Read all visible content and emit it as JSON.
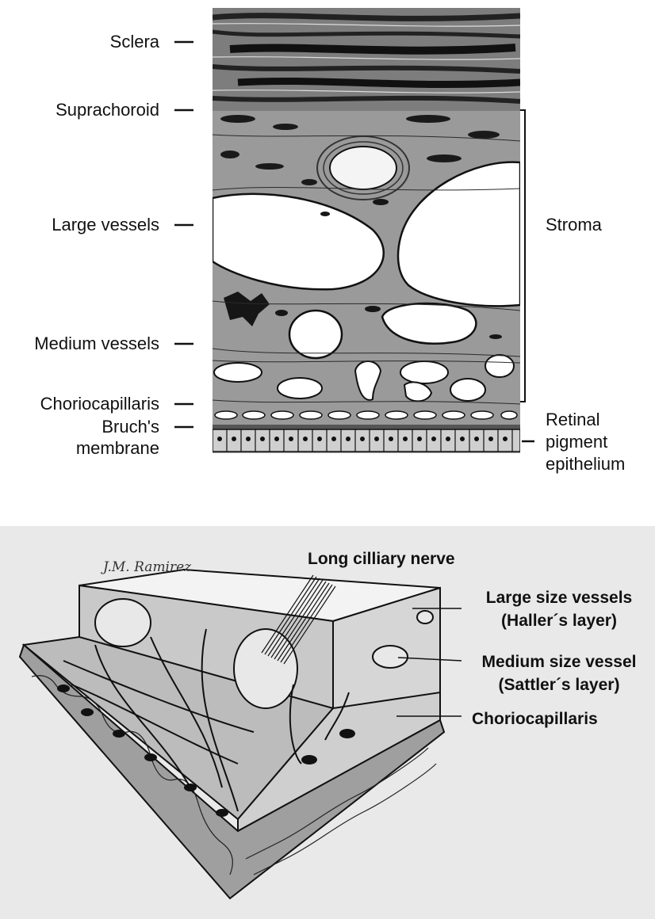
{
  "top": {
    "labels": {
      "sclera": "Sclera",
      "suprachoroid": "Suprachoroid",
      "large_vessels": "Large vessels",
      "medium_vessels": "Medium vessels",
      "choriocapillaris": "Choriocapillaris",
      "bruchs_line1": "Bruch's",
      "bruchs_line2": "membrane",
      "stroma": "Stroma",
      "rpe_line1": "Retinal",
      "rpe_line2": "pigment",
      "rpe_line3": "epithelium"
    }
  },
  "bottom": {
    "signature": "J.M. Ramirez",
    "labels": {
      "long_ciliary_nerve": "Long cilliary nerve",
      "large_size_vessels": "Large size vessels",
      "hallers_layer": "(Haller´s layer)",
      "medium_size_vessel": "Medium size vessel",
      "sattlers_layer": "(Sattler´s layer)",
      "choriocapillaris": "Choriocapillaris"
    }
  }
}
